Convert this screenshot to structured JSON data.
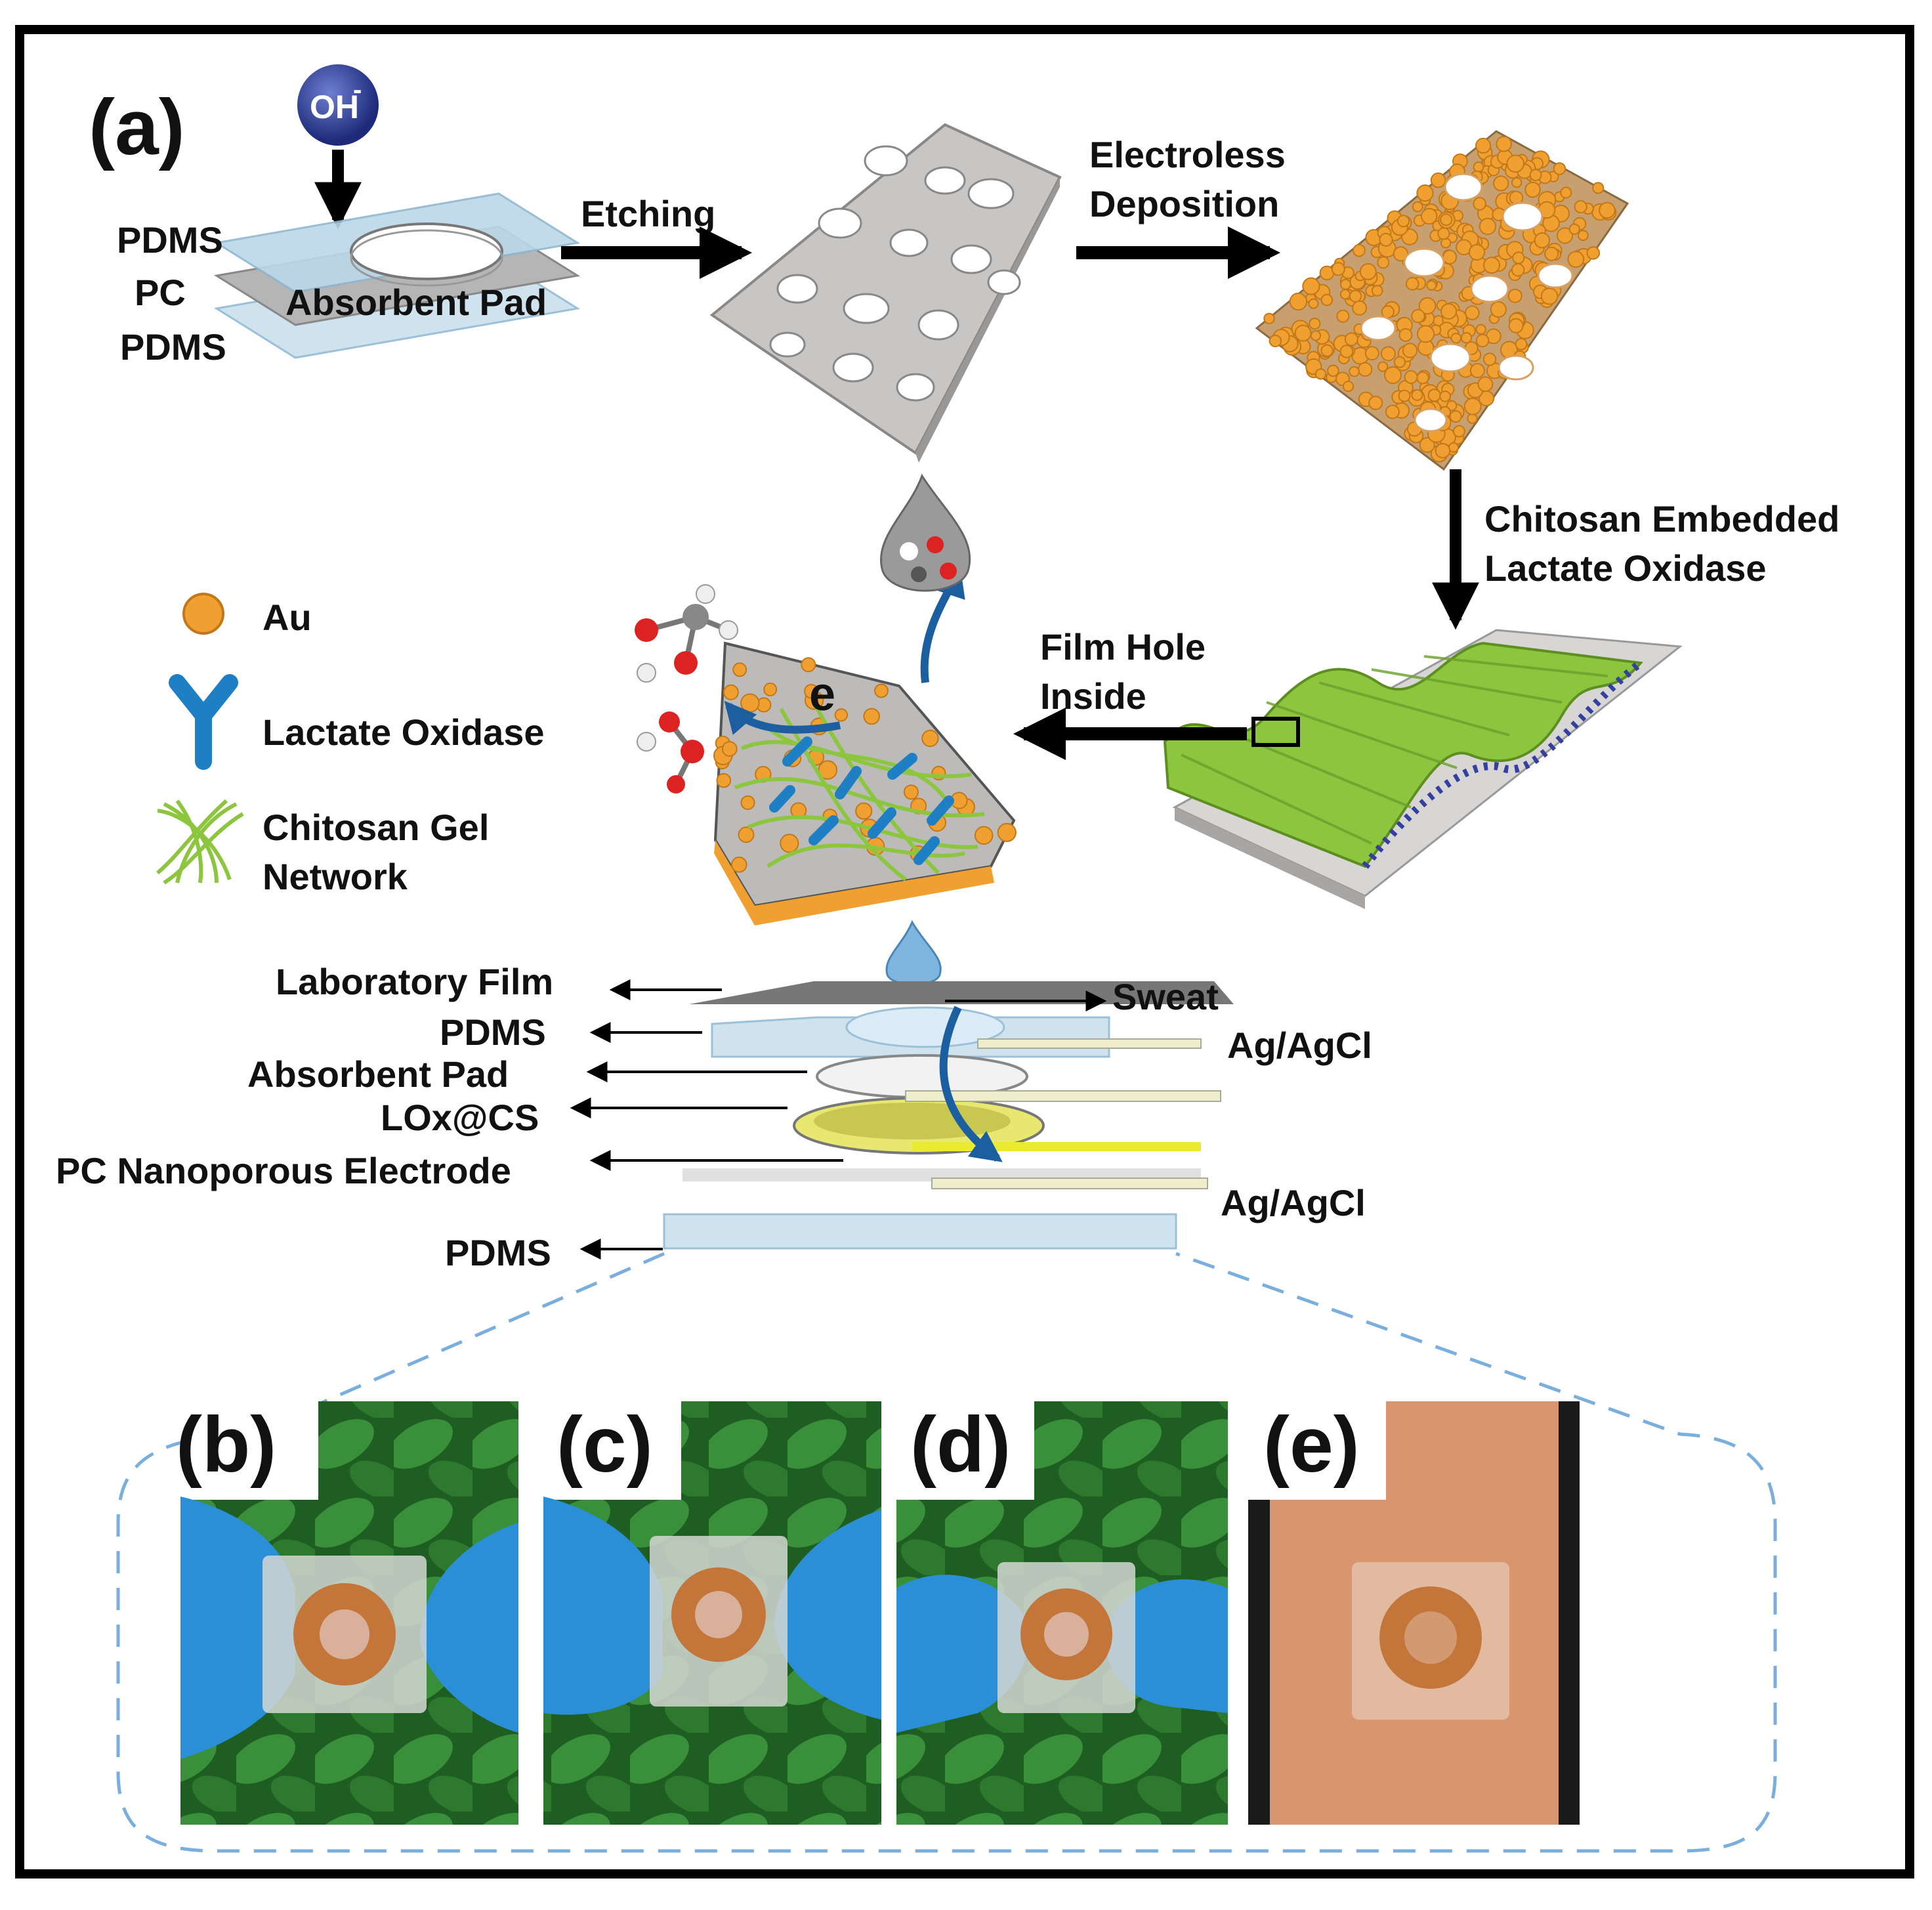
{
  "panel_labels": {
    "a": "(a)",
    "b": "(b)",
    "c": "(c)",
    "d": "(d)",
    "e": "(e)"
  },
  "hydroxide": "OH",
  "stack_labels": {
    "pdms_top": "PDMS",
    "pc": "PC",
    "pdms_bottom": "PDMS",
    "absorbent_pad": "Absorbent Pad"
  },
  "steps": {
    "etching": "Etching",
    "electroless_line1": "Electroless",
    "electroless_line2": "Deposition",
    "chitosan_line1": "Chitosan Embedded",
    "chitosan_line2": "Lactate Oxidase",
    "filmhole_line1": "Film Hole",
    "filmhole_line2": "Inside"
  },
  "electron": "e",
  "legend": {
    "au": "Au",
    "lox": "Lactate Oxidase",
    "chitosan_line1": "Chitosan Gel",
    "chitosan_line2": "Network"
  },
  "layers": {
    "lab_film": "Laboratory Film",
    "pdms1": "PDMS",
    "pad": "Absorbent Pad",
    "lox_cs": "LOx@CS",
    "pc_electrode": "PC Nanoporous Electrode",
    "pdms2": "PDMS",
    "sweat": "Sweat",
    "agcl1": "Ag/AgCl",
    "agcl2": "Ag/AgCl"
  },
  "colors": {
    "gold": "#f0a030",
    "pdms_blue": "#b9d6ea",
    "chitosan_green": "#8cc63f",
    "lox_blue": "#1f7fc4",
    "leaf_green": "#2f7a2a",
    "glove_blue": "#2b8fd8",
    "skin": "#d9956e"
  }
}
